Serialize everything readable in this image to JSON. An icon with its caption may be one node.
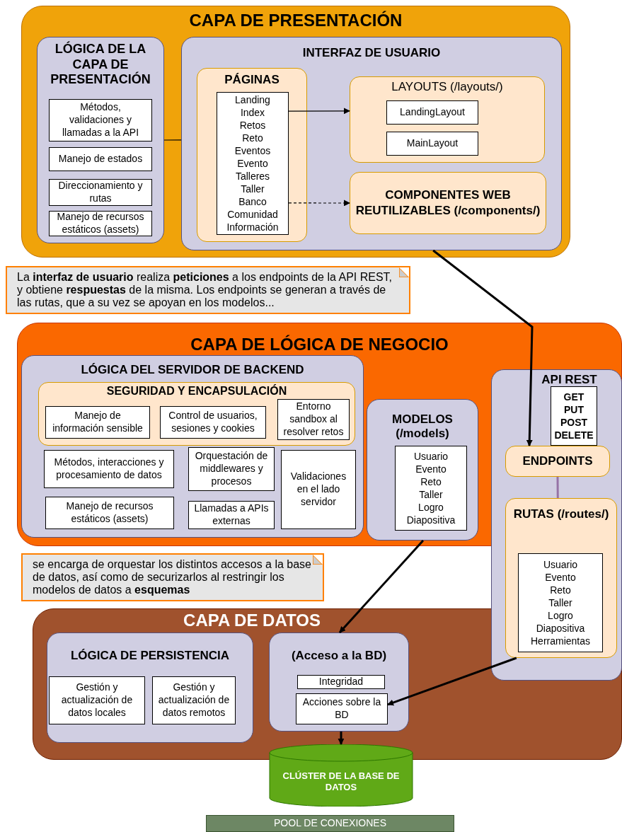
{
  "diagram": {
    "nodes": [
      {
        "text": [
          "CAPA DE PRESENTACIÓN"
        ]
      },
      {
        "text": [
          "LÓGICA DE LA CAPA DE PRESENTACIÓN"
        ],
        "in": 0
      },
      {
        "text": [
          "Métodos, validaciones y llamadas a la API"
        ],
        "in": 1
      },
      {
        "text": [
          "Manejo de estados"
        ],
        "in": 1
      },
      {
        "text": [
          "Direccionamiento y rutas"
        ],
        "in": 1
      },
      {
        "text": [
          "Manejo de recursos estáticos (assets)"
        ],
        "in": 1
      },
      {
        "text": [
          "INTERFAZ DE USUARIO"
        ],
        "in": 0
      },
      {
        "text": [
          "PÁGINAS"
        ],
        "in": 6
      },
      {
        "text": [
          "Landing",
          "Index",
          "Retos",
          "Reto",
          "Eventos",
          "Evento",
          "Talleres",
          "Taller",
          "Banco",
          "Comunidad",
          "Información"
        ],
        "in": 7
      },
      {
        "text": [
          "LAYOUTS (/layouts/)"
        ],
        "in": 6
      },
      {
        "text": [
          "LandingLayout"
        ],
        "in": 9
      },
      {
        "text": [
          "MainLayout"
        ],
        "in": 9
      },
      {
        "text": [
          "COMPONENTES WEB REUTILIZABLES (/components/)"
        ],
        "in": 6
      },
      {
        "text": [
          "La **interfaz de usuario** realiza **peticiones** a los endpoints de la API REST, y obtiene **respuestas** de la misma. Los endpoints se generan a través de las rutas, que a su vez se apoyan en los modelos..."
        ]
      },
      {
        "text": [
          "CAPA DE LÓGICA DE NEGOCIO"
        ]
      },
      {
        "text": [
          "LÓGICA DEL SERVIDOR DE BACKEND"
        ],
        "in": 14
      },
      {
        "text": [
          "SEGURIDAD Y ENCAPSULACIÓN"
        ],
        "in": 15
      },
      {
        "text": [
          "Manejo de información sensible"
        ],
        "in": 16
      },
      {
        "text": [
          "Control de usuarios, sesiones y cookies"
        ],
        "in": 16
      },
      {
        "text": [
          "Entorno sandbox al resolver retos"
        ],
        "in": 16
      },
      {
        "text": [
          "Métodos, interacciones y procesamiento de datos"
        ],
        "in": 15
      },
      {
        "text": [
          "Orquestación de middlewares y procesos"
        ],
        "in": 15
      },
      {
        "text": [
          "Validaciones en el lado servidor"
        ],
        "in": 15
      },
      {
        "text": [
          "Manejo de recursos estáticos (assets)"
        ],
        "in": 15
      },
      {
        "text": [
          "Llamadas a APIs externas"
        ],
        "in": 15
      },
      {
        "text": [
          "MODELOS (/models)"
        ],
        "in": 14
      },
      {
        "text": [
          "Usuario",
          "Evento",
          "Reto",
          "Taller",
          "Logro",
          "Diapositiva"
        ],
        "in": 25
      },
      {
        "text": [
          "API REST"
        ]
      },
      {
        "text": [
          "GET",
          "PUT",
          "POST",
          "DELETE"
        ]
      },
      {
        "text": [
          "ENDPOINTS"
        ]
      },
      {
        "text": [
          "RUTAS (/routes/)"
        ],
        "in": 27
      },
      {
        "text": [
          "Usuario",
          "Evento",
          "Reto",
          "Taller",
          "Logro",
          "Diapositiva",
          "Herramientas"
        ],
        "in": 30
      },
      {
        "text": [
          "se encarga de orquestar los distintos accesos a la base de datos, así como de securizarlos al restringir los modelos de datos a **esquemas**"
        ]
      },
      {
        "text": [
          "CAPA DE DATOS"
        ]
      },
      {
        "text": [
          "LÓGICA DE PERSISTENCIA"
        ],
        "in": 33
      },
      {
        "text": [
          "Gestión y actualización de datos locales"
        ],
        "in": 34
      },
      {
        "text": [
          "Gestión y actualización de datos remotos"
        ],
        "in": 34
      },
      {
        "text": [
          "(Acceso a la BD)"
        ],
        "in": 33
      },
      {
        "text": [
          "Integridad"
        ],
        "in": 37
      },
      {
        "text": [
          "Acciones sobre la BD"
        ],
        "in": 37
      },
      {
        "text": [
          "CLÚSTER DE LA BASE DE DATOS"
        ]
      },
      {
        "text": [
          "POOL DE CONEXIONES"
        ]
      }
    ],
    "edges": [
      {
        "from": 1,
        "to": 6,
        "arrow": "none"
      },
      {
        "from": 8,
        "to": 9,
        "arrow": "to"
      },
      {
        "from": 8,
        "to": 12,
        "arrow": "to",
        "style": "dashed"
      },
      {
        "from": 6,
        "to": 29,
        "arrow": "to"
      },
      {
        "from": 29,
        "to": 30,
        "arrow": "none",
        "color": "#9673a6"
      },
      {
        "from": 25,
        "to": 37,
        "arrow": "to"
      },
      {
        "from": 30,
        "to": 39,
        "arrow": "to"
      },
      {
        "from": 37,
        "to": 40,
        "arrow": "to"
      }
    ]
  }
}
